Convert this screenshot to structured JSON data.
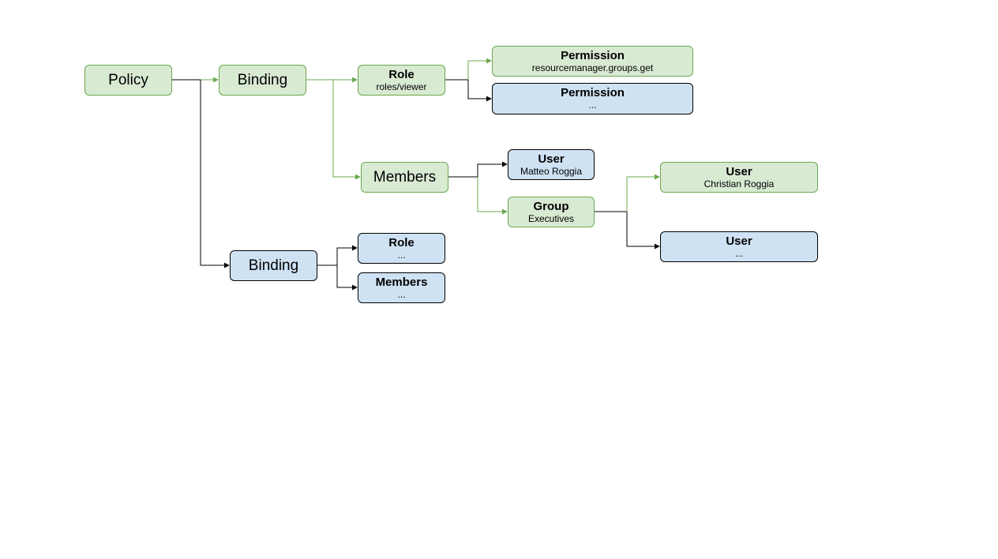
{
  "colors": {
    "green_fill": "#d9ead3",
    "green_stroke": "#6aa84f",
    "blue_fill": "#cfe2f3",
    "blue_stroke": "#000000"
  },
  "nodes": {
    "policy": {
      "label": "Policy",
      "color": "green"
    },
    "binding_1": {
      "label": "Binding",
      "color": "green"
    },
    "role_1": {
      "title": "Role",
      "sub": "roles/viewer",
      "color": "green"
    },
    "permission_1": {
      "title": "Permission",
      "sub": "resourcemanager.groups.get",
      "color": "green"
    },
    "permission_2": {
      "title": "Permission",
      "sub": "...",
      "color": "blue"
    },
    "members_1": {
      "label": "Members",
      "color": "green"
    },
    "user_1": {
      "title": "User",
      "sub": "Matteo Roggia",
      "color": "blue"
    },
    "group_1": {
      "title": "Group",
      "sub": "Executives",
      "color": "green"
    },
    "user_2": {
      "title": "User",
      "sub": "Christian Roggia",
      "color": "green"
    },
    "user_3": {
      "title": "User",
      "sub": "...",
      "color": "blue"
    },
    "binding_2": {
      "label": "Binding",
      "color": "blue"
    },
    "role_2": {
      "title": "Role",
      "sub": "...",
      "color": "blue"
    },
    "members_2": {
      "title": "Members",
      "sub": "...",
      "color": "blue"
    }
  }
}
